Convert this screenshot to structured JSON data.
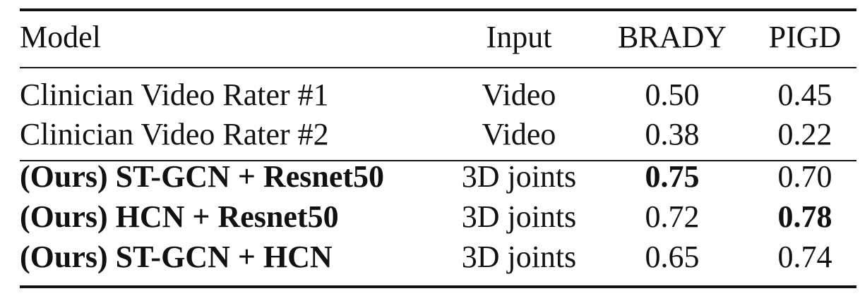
{
  "table": {
    "headers": {
      "model": "Model",
      "input": "Input",
      "brady": "BRADY",
      "pigd": "PIGD"
    },
    "rows": [
      {
        "model": "Clinician Video Rater #1",
        "input": "Video",
        "brady": "0.50",
        "pigd": "0.45",
        "model_bold": false,
        "brady_bold": false,
        "pigd_bold": false
      },
      {
        "model": "Clinician Video Rater #2",
        "input": "Video",
        "brady": "0.38",
        "pigd": "0.22",
        "model_bold": false,
        "brady_bold": false,
        "pigd_bold": false
      },
      {
        "model": "(Ours) ST-GCN + Resnet50",
        "input": "3D joints",
        "brady": "0.75",
        "pigd": "0.70",
        "model_bold": true,
        "brady_bold": true,
        "pigd_bold": false
      },
      {
        "model": "(Ours) HCN + Resnet50",
        "input": "3D joints",
        "brady": "0.72",
        "pigd": "0.78",
        "model_bold": true,
        "brady_bold": false,
        "pigd_bold": true
      },
      {
        "model": "(Ours) ST-GCN + HCN",
        "input": "3D joints",
        "brady": "0.65",
        "pigd": "0.74",
        "model_bold": true,
        "brady_bold": false,
        "pigd_bold": false
      }
    ]
  }
}
